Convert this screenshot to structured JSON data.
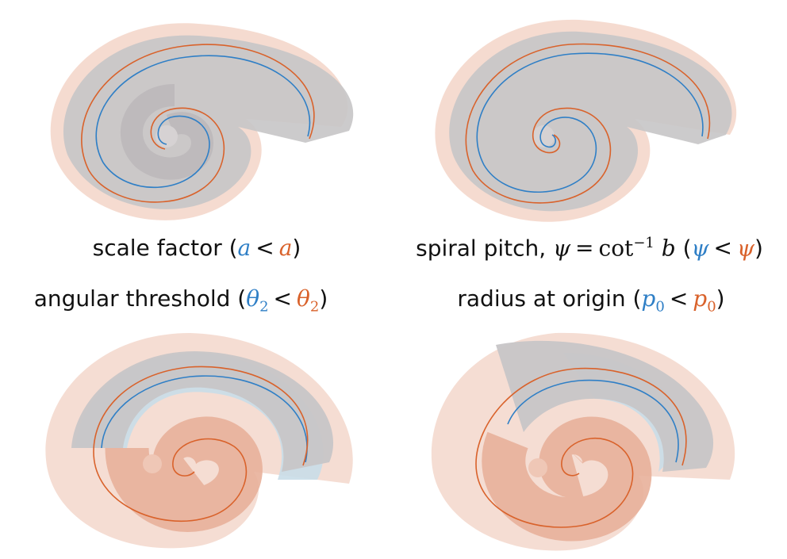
{
  "colors": {
    "blue": "#2f7fc6",
    "orange": "#d9622b",
    "shell_gray": "#c7c5c7",
    "shell_peach": "#f2d2c4",
    "shell_blue": "#c9dde8",
    "shell_orange": "#e8b09a"
  },
  "panels": [
    {
      "caption_prefix": "scale factor (",
      "sym_blue": "a",
      "op": "<",
      "sym_orange": "a",
      "caption_suffix": ")"
    },
    {
      "caption_prefix": "spiral pitch, ",
      "psi": "ψ",
      "eq": "=",
      "cot": "cot",
      "sup": "−1",
      "b": "b",
      "paren_open": " (",
      "sym_blue": "ψ",
      "op": "<",
      "sym_orange": "ψ",
      "caption_suffix": ")"
    },
    {
      "caption_prefix": "angular threshold (",
      "sym_blue": "θ",
      "sub_blue": "2",
      "op": "<",
      "sym_orange": "θ",
      "sub_orange": "2",
      "caption_suffix": ")"
    },
    {
      "caption_prefix": "radius at origin (",
      "sym_blue": "p",
      "sub_blue": "0",
      "op": "<",
      "sym_orange": "p",
      "sub_orange": "0",
      "caption_suffix": ")"
    }
  ]
}
